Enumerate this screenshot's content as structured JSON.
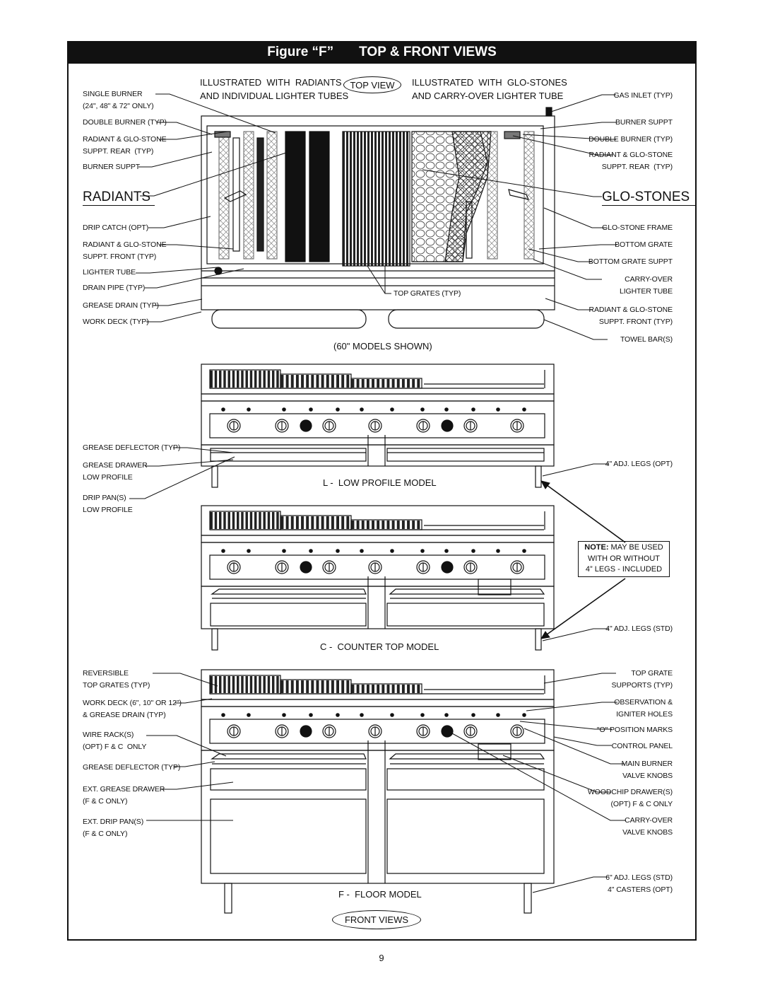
{
  "header": {
    "figure": "Figure “F”",
    "title": "TOP & FRONT VIEWS"
  },
  "top_view": {
    "oval": "TOP VIEW",
    "left_caption": [
      "ILLUSTRATED  WITH  RADIANTS",
      "AND INDIVIDUAL LIGHTER TUBES"
    ],
    "right_caption": [
      "ILLUSTRATED  WITH  GLO-STONES",
      "AND CARRY-OVER LIGHTER TUBE"
    ],
    "radiants": "RADIANTS",
    "glostones": "GLO-STONES",
    "models_shown": "(60\" MODELS SHOWN)",
    "top_grates": "TOP GRATES (TYP)",
    "left_labels": [
      "SINGLE BURNER\n(24\", 48\" & 72\" ONLY)",
      "DOUBLE BURNER (TYP)",
      "RADIANT & GLO-STONE\nSUPPT. REAR  (TYP)",
      "BURNER SUPPT",
      "DRIP CATCH (OPT)",
      "RADIANT & GLO-STONE\nSUPPT. FRONT (TYP)",
      "LIGHTER TUBE",
      "DRAIN PIPE (TYP)",
      "GREASE DRAIN (TYP)",
      "WORK DECK (TYP)"
    ],
    "right_labels": [
      "GAS INLET (TYP)",
      "BURNER SUPPT",
      "DOUBLE BURNER (TYP)",
      "RADIANT & GLO-STONE\nSUPPT. REAR  (TYP)",
      "GLO-STONE FRAME",
      "BOTTOM GRATE",
      "BOTTOM GRATE SUPPT",
      "CARRY-OVER\nLIGHTER TUBE",
      "RADIANT & GLO-STONE\nSUPPT. FRONT (TYP)",
      "TOWEL BAR(S)"
    ]
  },
  "low_profile": {
    "caption": "L -  LOW PROFILE MODEL",
    "left_labels": [
      "GREASE DEFLECTOR (TYP)",
      "GREASE DRAWER\nLOW PROFILE",
      "DRIP PAN(S)\nLOW PROFILE"
    ],
    "right_labels": [
      "4\" ADJ. LEGS (OPT)"
    ]
  },
  "counter_top": {
    "caption": "C -  COUNTER TOP MODEL",
    "note": {
      "bold": "NOTE:",
      "line1": " MAY BE USED",
      "line2": "WITH  OR  WITHOUT",
      "line3": "4” LEGS - INCLUDED"
    },
    "right_labels": [
      "4\" ADJ. LEGS (STD)"
    ]
  },
  "floor": {
    "caption": "F -  FLOOR MODEL",
    "left_labels": [
      "REVERSIBLE\nTOP GRATES (TYP)",
      "WORK DECK (6\", 10\" OR 12\")\n& GREASE DRAIN (TYP)",
      "WIRE RACK(S)\n(OPT) F & C  ONLY",
      "GREASE DEFLECTOR (TYP)",
      "EXT. GREASE DRAWER\n(F & C ONLY)",
      "EXT. DRIP PAN(S)\n(F & C ONLY)"
    ],
    "right_labels": [
      "TOP GRATE\nSUPPORTS (TYP)",
      "OBSERVATION &\nIGNITER HOLES",
      "\"O\" POSITION MARKS",
      "CONTROL PANEL",
      "MAIN BURNER\nVALVE KNOBS",
      "WOODCHIP DRAWER(S)\n(OPT) F & C ONLY",
      "CARRY-OVER\nVALVE KNOBS",
      "6\" ADJ. LEGS (STD)\n4\" CASTERS (OPT)"
    ]
  },
  "front_views": "FRONT VIEWS",
  "page_number": "9"
}
